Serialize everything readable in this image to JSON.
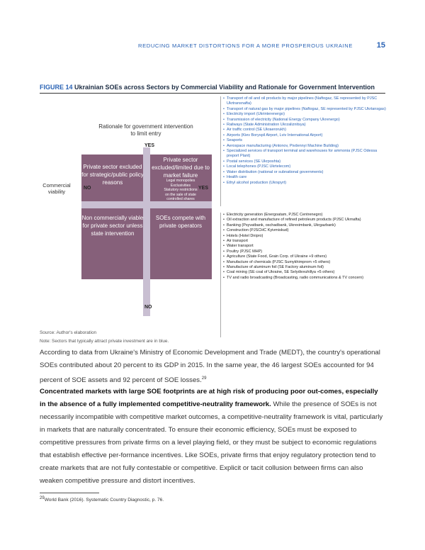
{
  "header": {
    "running_title": "REDUCING MARKET DISTORTIONS FOR A MORE PROSPEROUS UKRAINE",
    "page_number": "15"
  },
  "figure": {
    "label": "FIGURE 14",
    "title": "Ukrainian SOEs across Sectors by Commercial Viability and Rationale for Government Intervention",
    "rationale_axis": "Rationale for government intervention to limit entry",
    "commercial_axis": "Commercial viability",
    "yes_top": "YES",
    "no_left": "NO",
    "yes_right": "YES",
    "no_bottom": "NO",
    "quadrants": {
      "top_left": "Private sector excluded for strategic/public policy reasons",
      "top_right": "Private sector excluded/limited due to market failure",
      "top_right_sub": [
        "Legal monopolies",
        "Exclusivities",
        "Statutory restrictions",
        "on the sale of state",
        "controlled shares"
      ],
      "bottom_left": "Non commercially viable for private sector unless state intervention",
      "bottom_right": "SOEs compete with private operators"
    },
    "list_top": [
      "Transport of oil and oil products by major pipelines (Naftogaz, SE represented by PJSC Ukrtransnafta)",
      "Transport of natural gas by major pipelines (Naftogaz, SE represented by PJSC Ukrtansgas)",
      "Electricity import (Ukrinterenergo)",
      "Transmission of electricity (National Energy Company Ukrenergo)",
      "Railways (State Administration Ukrzaliznitsya)",
      "Air traffic control (SE Ukraerorukh)",
      "Airports (Kiev Boryspil Airport, Lviv International Airport)",
      "Seaports",
      "Aerospace manufacturing (Antonov, Pivdennyi Machine Building)",
      "Specialized services of transport terminal and warehouses for ammonia (PJSC Odessa preport Plant)",
      "Postal services (SE Ukrposhta)",
      "Local telephones (PJSC Ukrtelecom)",
      "Water distribution (national or subnational governments)",
      "Health care",
      "Ethyl alcohol production (Ukrspyrt)"
    ],
    "list_bottom": [
      "Electricity generation (Energoatam, PJSC Centrenegro)",
      "Oil extraction and manufacture of refined petroleum products (PJSC Ukrnafta)",
      "Banking (Psyvatbank, oschadbank, Ukreximbank, Ukrgazbank)",
      "Construction (PJSCHC Kyivmiskud)",
      "Hotels (Hotel Dnipro)",
      "Air transport",
      "Water transport",
      "Poultry (PJSC MHP)",
      "Agriculture (State Food, Grain Corp. of Ukraine +9 others)",
      "Manufacture of chemicals (PJSC Sumykhimprom +5 others)",
      "Manufacture of aluminum foil (SE Factory aluminum foil)",
      "Coal mining (SE coal of Ukraine, SE Selydivvuhillya +5 others)",
      "TV and radio broadcasting (Broadcasting, radio communications & TV concern)"
    ],
    "source": "Source: Author's elaboration",
    "note": "Note: Sectors that typically attract private investment are in blue."
  },
  "body": {
    "p1": "According to data from Ukraine's Ministry of Economic Development and Trade (MEDT), the country's operational SOEs contributed about 20 percent to its GDP in 2015. In the same year, the 46 largest SOEs accounted for 94 percent of SOE assets and 92 percent of SOE losses.",
    "p1_ref": "29",
    "p2_bold": "Concentrated markets with large SOE footprints are at high risk of producing poor out-comes, especially in the absence of a fully implemented competitive-neutrality framework.",
    "p2_rest": " While the presence of SOEs is not necessarily incompatible with competitive market outcomes, a competitive-neutrality framework is vital, particularly in markets that are naturally concentrated. To ensure their economic efficiency, SOEs must be exposed to competitive pressures from private firms on a level playing field, or they must be subject to economic regulations that establish effective per-formance incentives. Like SOEs, private firms that enjoy regulatory protection tend to create markets that are not fully contestable or competitive. Explicit or tacit collusion between firms can also weaken competitive pressure and distort incentives."
  },
  "footnote": {
    "num": "29",
    "text": "World Bank (2016). Systematic Country Diagnostic, p. 76."
  }
}
